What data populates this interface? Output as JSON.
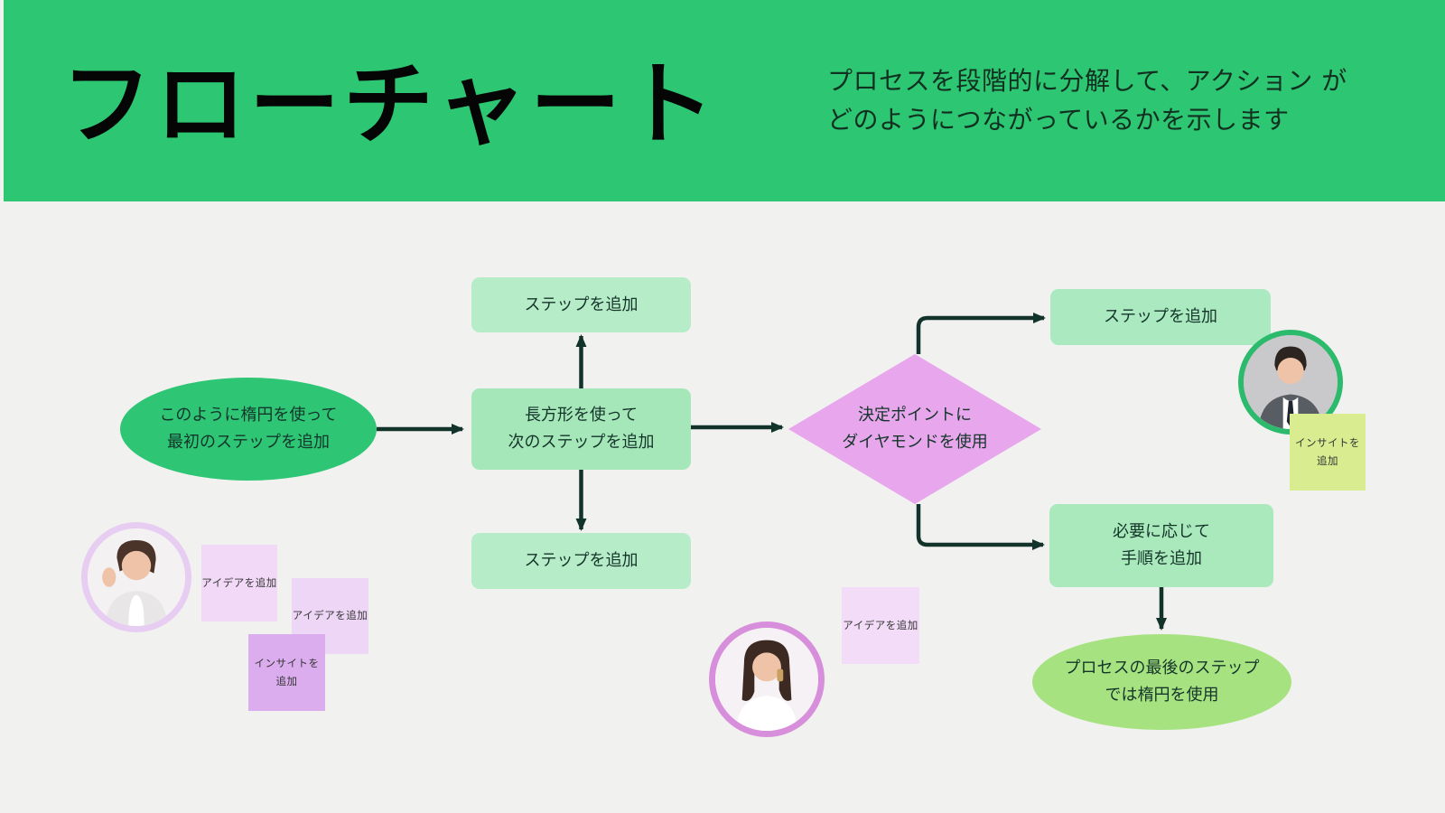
{
  "palette": {
    "header_green": "#2dc673",
    "canvas_gray": "#f1f2f0",
    "start_ellipse_green": "#2ec675",
    "step_rect_light_green": "#b7ecc8",
    "step_rect_green": "#a6e7ba",
    "decision_pink": "#e8a6ec",
    "end_ellipse_green": "#a7e281",
    "connector_dark": "#12332a",
    "sticky_lavender": "#f1d9f7",
    "sticky_purple": "#dcadee",
    "sticky_lime": "#d9ec90"
  },
  "header": {
    "title": "フローチャート",
    "subtitle_line1": "プロセスを段階的に分解して、アクション",
    "subtitle_line2": "がどのようにつながっているかを示します"
  },
  "flowchart": {
    "start": {
      "line1": "このように楕円を使って",
      "line2": "最初のステップを追加"
    },
    "step_top": {
      "label": "ステップを追加"
    },
    "step_main": {
      "line1": "長方形を使って",
      "line2": "次のステップを追加"
    },
    "step_bottom": {
      "label": "ステップを追加"
    },
    "decision": {
      "line1": "決定ポイントに",
      "line2": "ダイヤモンドを使用"
    },
    "step_branch": {
      "label": "ステップを追加"
    },
    "step_optional": {
      "line1": "必要に応じて",
      "line2": "手順を追加"
    },
    "end": {
      "line1": "プロセスの最後のステップ",
      "line2": "では楕円を使用"
    }
  },
  "stickies": {
    "idea_1": {
      "label": "アイデアを追加"
    },
    "idea_2": {
      "label": "アイデアを追加"
    },
    "insight_left": {
      "line1": "インサイトを",
      "line2": "追加"
    },
    "idea_3": {
      "label": "アイデアを追加"
    },
    "insight_right": {
      "line1": "インサイトを",
      "line2": "追加"
    }
  }
}
